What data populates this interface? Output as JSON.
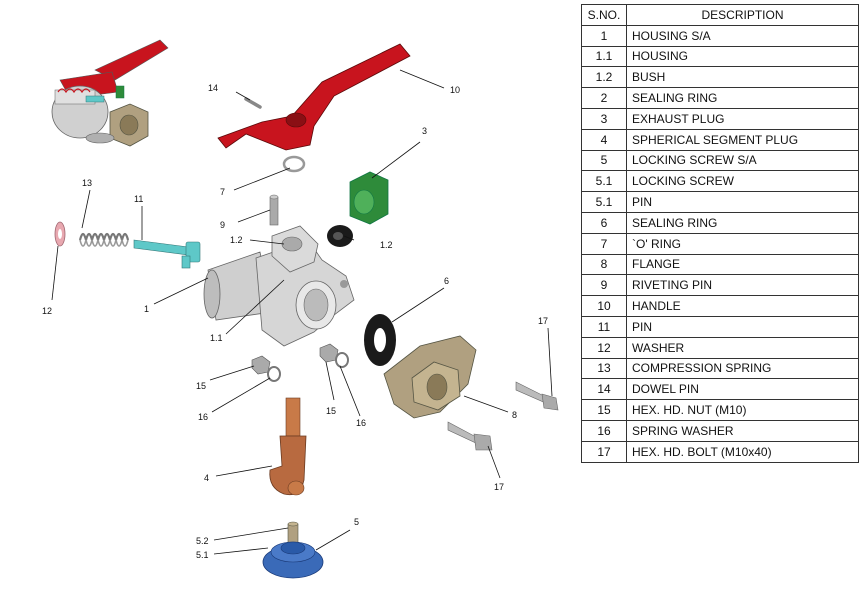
{
  "table": {
    "headers": {
      "sno": "S.NO.",
      "description": "DESCRIPTION"
    },
    "rows": [
      {
        "sno": "1",
        "description": "HOUSING S/A"
      },
      {
        "sno": "1.1",
        "description": "HOUSING"
      },
      {
        "sno": "1.2",
        "description": "BUSH"
      },
      {
        "sno": "2",
        "description": "SEALING RING"
      },
      {
        "sno": "3",
        "description": "EXHAUST PLUG"
      },
      {
        "sno": "4",
        "description": "SPHERICAL SEGMENT PLUG"
      },
      {
        "sno": "5",
        "description": "LOCKING SCREW S/A"
      },
      {
        "sno": "5.1",
        "description": "LOCKING SCREW"
      },
      {
        "sno": "5.1",
        "description": "PIN"
      },
      {
        "sno": "6",
        "description": "SEALING RING"
      },
      {
        "sno": "7",
        "description": "`O' RING"
      },
      {
        "sno": "8",
        "description": "FLANGE"
      },
      {
        "sno": "9",
        "description": "RIVETING PIN"
      },
      {
        "sno": "10",
        "description": "HANDLE"
      },
      {
        "sno": "11",
        "description": "PIN"
      },
      {
        "sno": "12",
        "description": "WASHER"
      },
      {
        "sno": "13",
        "description": "COMPRESSION SPRING"
      },
      {
        "sno": "14",
        "description": "DOWEL PIN"
      },
      {
        "sno": "15",
        "description": "HEX. HD. NUT (M10)"
      },
      {
        "sno": "16",
        "description": "SPRING WASHER"
      },
      {
        "sno": "17",
        "description": "HEX. HD. BOLT (M10x40)"
      }
    ]
  },
  "callouts": {
    "c10": "10",
    "c14": "14",
    "c3": "3",
    "c7": "7",
    "c13": "13",
    "c11": "11",
    "c9": "9",
    "c12a": "1.2",
    "c12b": "1.2",
    "c12": "12",
    "c1": "1",
    "c6": "6",
    "c17a": "17",
    "c11b": "1.1",
    "c15a": "15",
    "c15b": "15",
    "c16a": "16",
    "c16b": "16",
    "c8": "8",
    "c17b": "17",
    "c4": "4",
    "c5": "5",
    "c52": "5.2",
    "c51": "5.1"
  },
  "colors": {
    "handle": "#c8141e",
    "exhaust_plug": "#2e8b3a",
    "pin": "#5ec8c8",
    "washer": "#e8a8b0",
    "body": "#c8c8c8",
    "flange": "#b0a080",
    "plug": "#b86a40",
    "locking_screw": "#3a6ab8",
    "seal": "#1a1a1a"
  }
}
